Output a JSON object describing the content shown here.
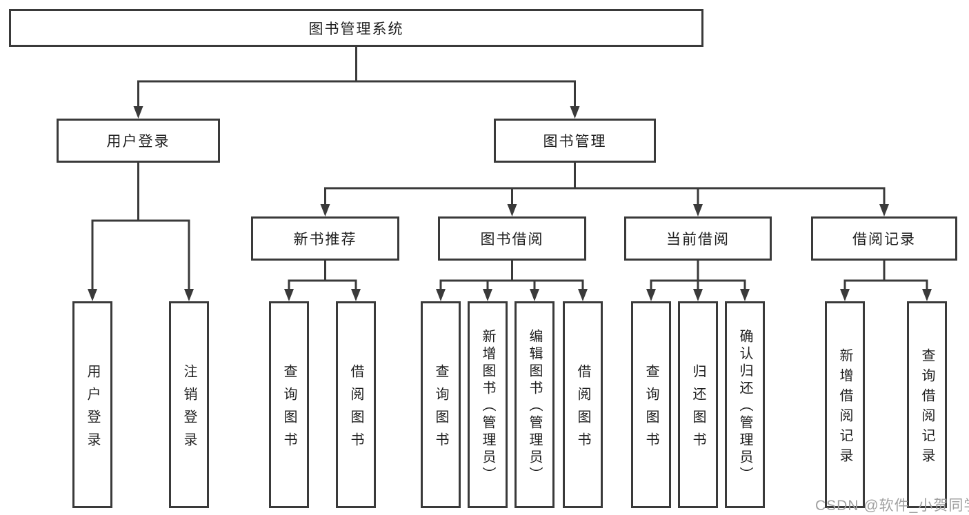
{
  "diagram_title": "图书管理系统",
  "watermark": {
    "text": "CSDN @软件_小贺同学"
  },
  "colors": {
    "line": "#3a3a3a",
    "box_border": "#3a3a3a",
    "text": "#1f1f1f",
    "watermark": "#a0a0a0",
    "background": "#ffffff"
  },
  "nodes": [
    {
      "id": "root",
      "label": "图书管理系统",
      "parent": null,
      "orientation": "horizontal"
    },
    {
      "id": "login",
      "label": "用户登录",
      "parent": "root",
      "orientation": "horizontal"
    },
    {
      "id": "mgmt",
      "label": "图书管理",
      "parent": "root",
      "orientation": "horizontal"
    },
    {
      "id": "rec",
      "label": "新书推荐",
      "parent": "mgmt",
      "orientation": "horizontal"
    },
    {
      "id": "borrow",
      "label": "图书借阅",
      "parent": "mgmt",
      "orientation": "horizontal"
    },
    {
      "id": "current",
      "label": "当前借阅",
      "parent": "mgmt",
      "orientation": "horizontal"
    },
    {
      "id": "records",
      "label": "借阅记录",
      "parent": "mgmt",
      "orientation": "horizontal"
    },
    {
      "id": "login-user",
      "label": "用户登录",
      "parent": "login",
      "orientation": "vertical"
    },
    {
      "id": "login-logout",
      "label": "注销登录",
      "parent": "login",
      "orientation": "vertical"
    },
    {
      "id": "rec-query",
      "label": "查询图书",
      "parent": "rec",
      "orientation": "vertical"
    },
    {
      "id": "rec-borrow",
      "label": "借阅图书",
      "parent": "rec",
      "orientation": "vertical"
    },
    {
      "id": "borrow-query",
      "label": "查询图书",
      "parent": "borrow",
      "orientation": "vertical"
    },
    {
      "id": "borrow-add",
      "label": "新增图书（管理员）",
      "parent": "borrow",
      "orientation": "vertical"
    },
    {
      "id": "borrow-edit",
      "label": "编辑图书（管理员）",
      "parent": "borrow",
      "orientation": "vertical"
    },
    {
      "id": "borrow-lend",
      "label": "借阅图书",
      "parent": "borrow",
      "orientation": "vertical"
    },
    {
      "id": "cur-query",
      "label": "查询图书",
      "parent": "current",
      "orientation": "vertical"
    },
    {
      "id": "cur-return",
      "label": "归还图书",
      "parent": "current",
      "orientation": "vertical"
    },
    {
      "id": "cur-confirm",
      "label": "确认归还（管理员）",
      "parent": "current",
      "orientation": "vertical"
    },
    {
      "id": "recs-add",
      "label": "新增借阅记录",
      "parent": "records",
      "orientation": "vertical"
    },
    {
      "id": "recs-query",
      "label": "查询借阅记录",
      "parent": "records",
      "orientation": "vertical"
    }
  ]
}
